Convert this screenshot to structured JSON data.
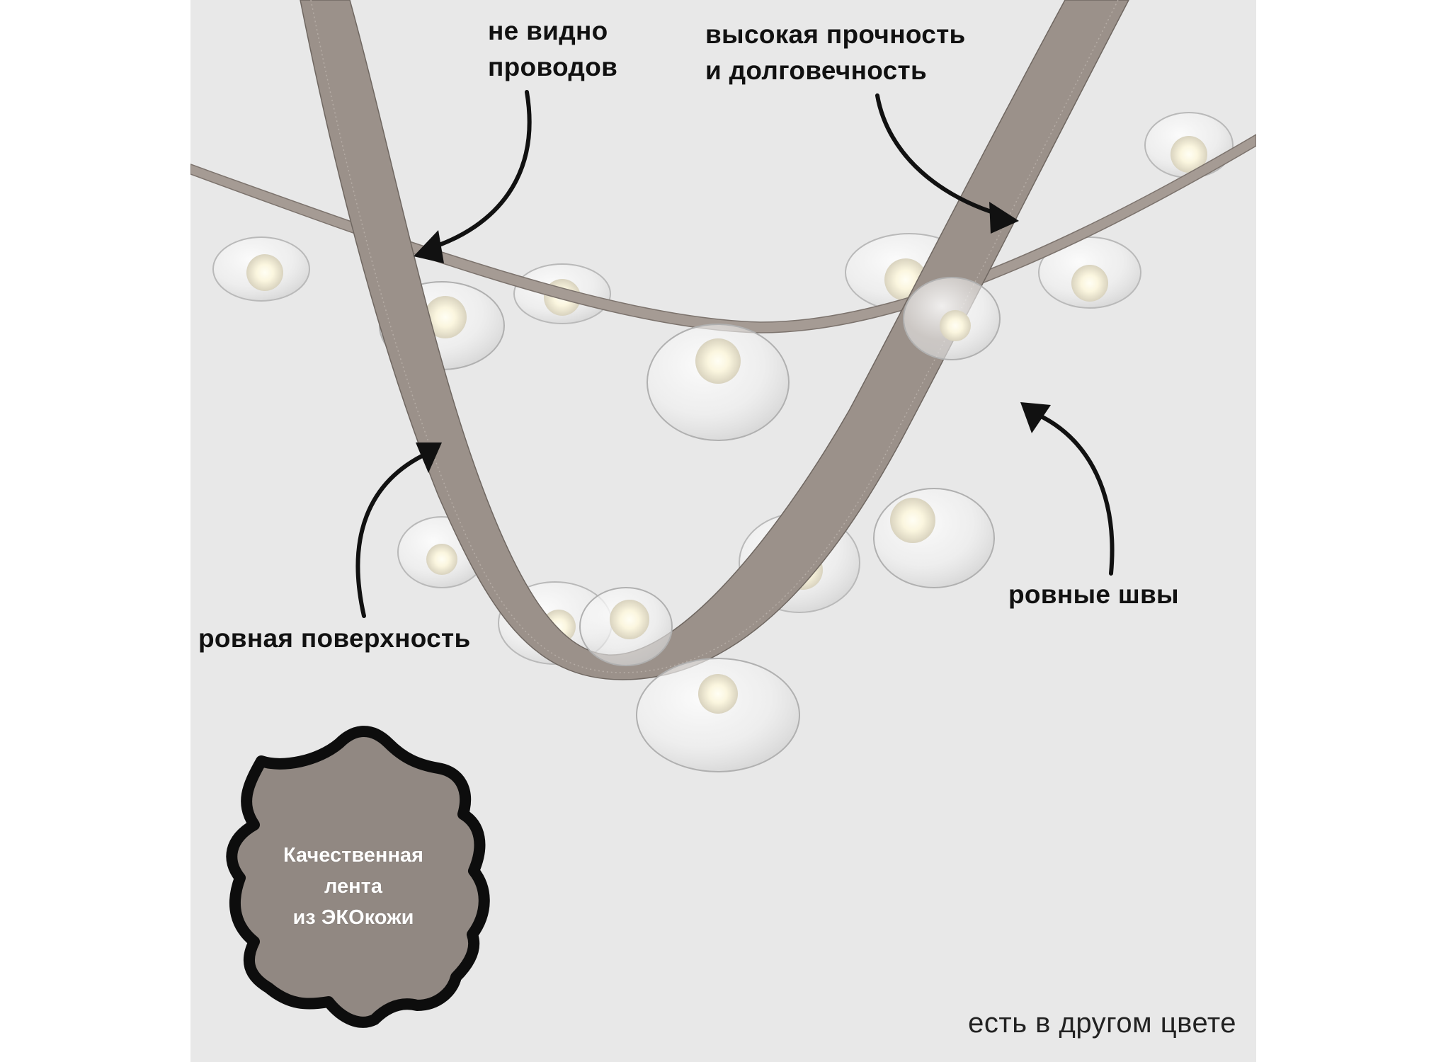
{
  "labels": {
    "no_wires": [
      "не видно",
      "проводов"
    ],
    "strength": [
      "высокая прочность",
      "и долговечность"
    ],
    "smooth_surface": "ровная поверхность",
    "even_seams": "ровные швы"
  },
  "badge": {
    "lines": [
      "Качественная",
      "лента",
      "из ЭКОкожи"
    ]
  },
  "footer": "есть в другом цвете",
  "colors": {
    "background": "#e8e8e8",
    "ribbon": "#9b918a",
    "badge_fill": "#918882",
    "badge_border": "#0d0d0d",
    "text": "#111111"
  },
  "icons": [
    "leather-hide-icon",
    "arrow-icon",
    "glass-bulb-icon"
  ]
}
